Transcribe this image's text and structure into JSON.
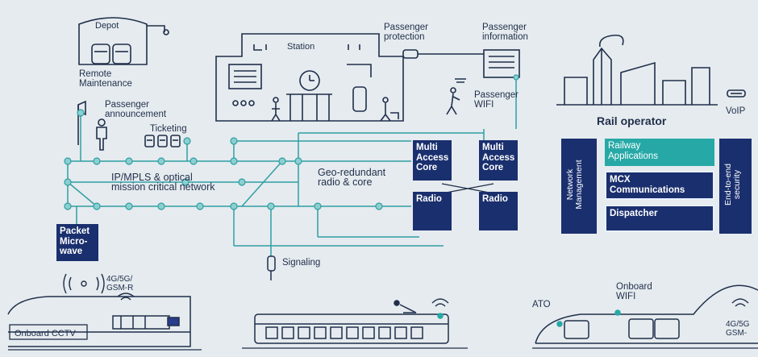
{
  "labels": {
    "depot": "Depot",
    "remote_maintenance": "Remote\nMaintenance",
    "station": "Station",
    "passenger_protection": "Passenger\nprotection",
    "passenger_information": "Passenger\ninformation",
    "passenger_wifi": "Passenger\nWIFI",
    "rail_operator": "Rail operator",
    "voip": "VoIP",
    "passenger_announcement": "Passenger\nannouncement",
    "ticketing": "Ticketing",
    "network": "IP/MPLS & optical\nmission critical network",
    "geo_redundant": "Geo-redundant\nradio & core",
    "signaling": "Signaling",
    "radio_standards_left": "4G/5G/\nGSM-R",
    "onboard_cctv": "Onboard CCTV",
    "ato": "ATO",
    "onboard_wifi": "Onboard\nWIFI",
    "radio_standards_right": "4G/5G\nGSM-"
  },
  "boxes": {
    "multi_access_core_1": "Multi\nAccess\nCore",
    "multi_access_core_2": "Multi\nAccess\nCore",
    "radio_1": "Radio",
    "radio_2": "Radio",
    "packet_microwave": "Packet\nMicro-\nwave",
    "railway_applications": "Railway\nApplications",
    "mcx_communications": "MCX\nCommunications",
    "dispatcher": "Dispatcher",
    "network_management": "Network\nManagement",
    "end_to_end_security": "End-to-end\nsecurity"
  },
  "colors": {
    "line": "#2f9fa3",
    "node": "#8ccfd0",
    "dark_blue": "#1a2f6e",
    "teal": "#26a9a6",
    "ink": "#1f2f4a",
    "background": "#e6ebef"
  }
}
